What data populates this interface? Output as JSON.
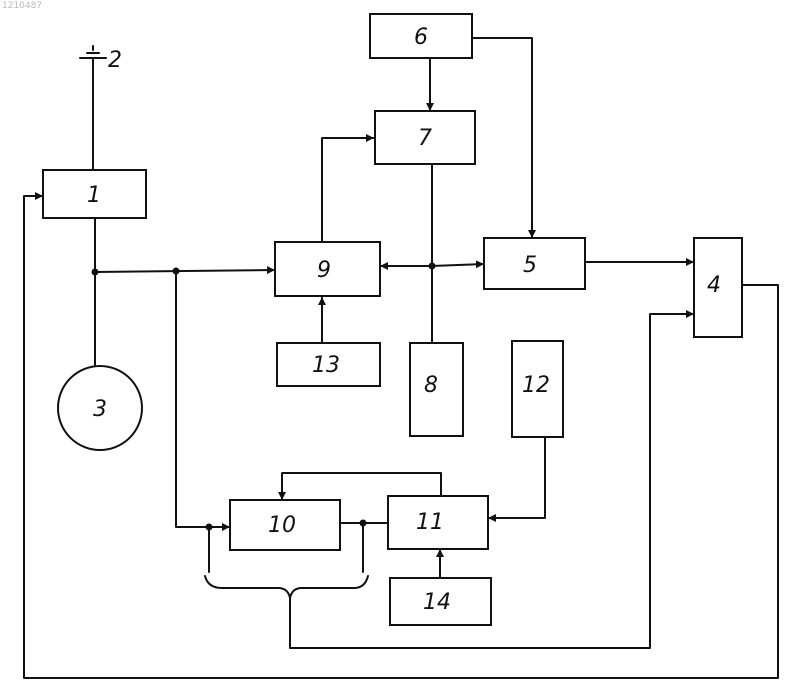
{
  "doc_id": "1210487",
  "ground_label": "2",
  "blocks": {
    "b1": "1",
    "b3": "3",
    "b4": "4",
    "b5": "5",
    "b6": "6",
    "b7": "7",
    "b8": "8",
    "b9": "9",
    "b10": "10",
    "b11": "11",
    "b12": "12",
    "b13": "13",
    "b14": "14"
  }
}
